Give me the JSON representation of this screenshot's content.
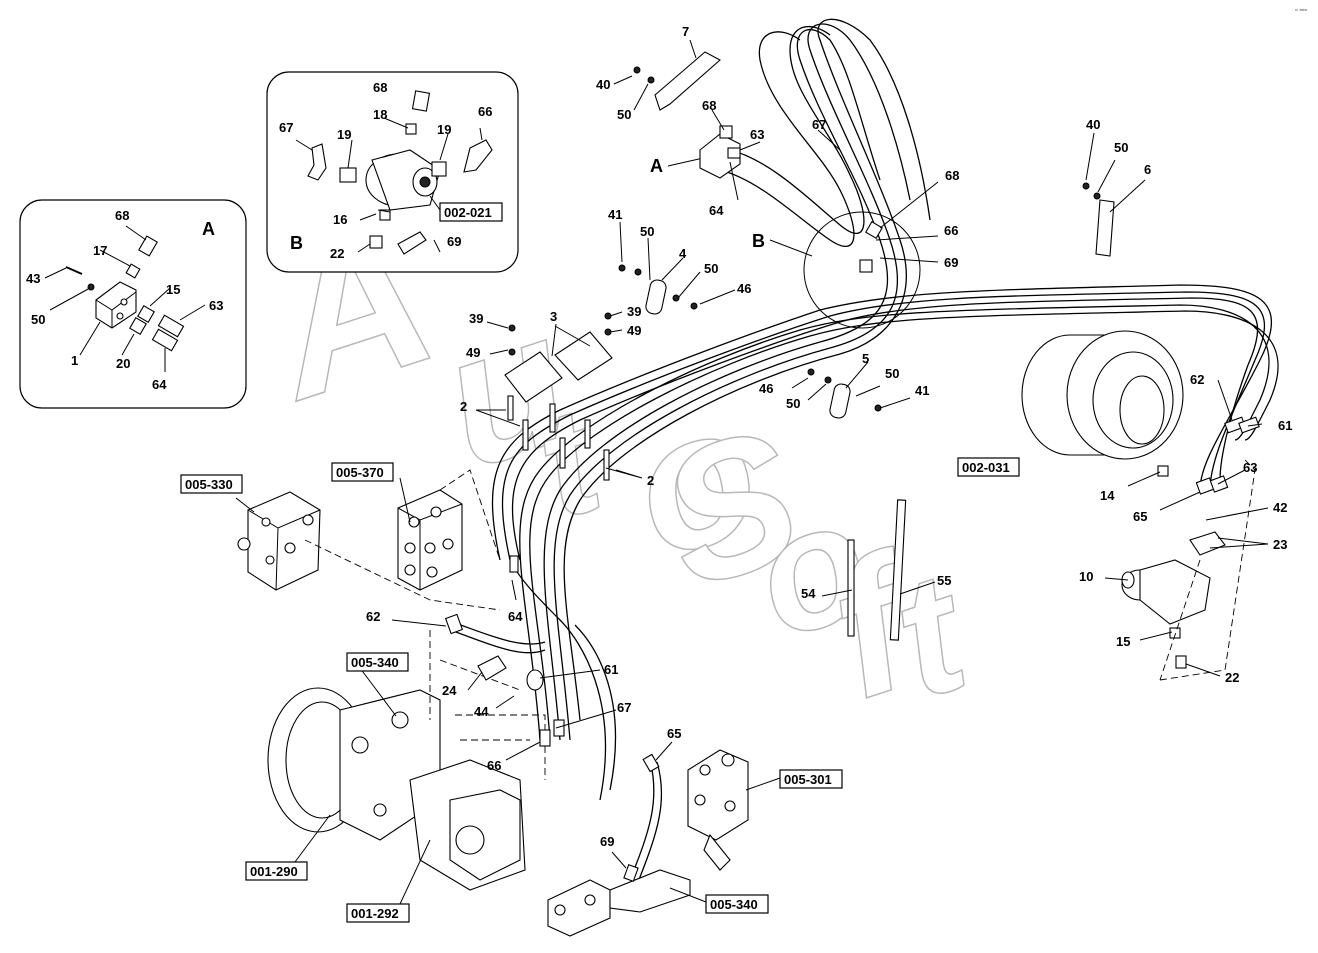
{
  "corner_mark": "▫ ▫▫▫",
  "watermark": [
    "A",
    "u",
    "t",
    "o",
    "S",
    "o",
    "f",
    "t"
  ],
  "insets": {
    "a": {
      "title": "A",
      "labels": [
        "68",
        "17",
        "43",
        "50",
        "1",
        "20",
        "15",
        "63",
        "64"
      ]
    },
    "b": {
      "title": "B",
      "ref": "002-021",
      "labels": [
        "68",
        "18",
        "67",
        "19",
        "19",
        "66",
        "16",
        "22",
        "69"
      ]
    }
  },
  "callouts": {
    "a": "A",
    "b": "B"
  },
  "ref_boxes": [
    "005-330",
    "005-370",
    "005-340",
    "002-031",
    "005-301",
    "001-290",
    "001-292",
    "005-340"
  ],
  "labels": [
    "7",
    "40",
    "50",
    "68",
    "63",
    "67",
    "64",
    "68",
    "66",
    "69",
    "41",
    "50",
    "4",
    "50",
    "46",
    "39",
    "3",
    "39",
    "49",
    "49",
    "2",
    "2",
    "40",
    "50",
    "6",
    "5",
    "46",
    "50",
    "50",
    "41",
    "62",
    "61",
    "63",
    "14",
    "65",
    "42",
    "23",
    "10",
    "15",
    "22",
    "54",
    "55",
    "64",
    "62",
    "61",
    "24",
    "44",
    "67",
    "66",
    "65",
    "69"
  ]
}
